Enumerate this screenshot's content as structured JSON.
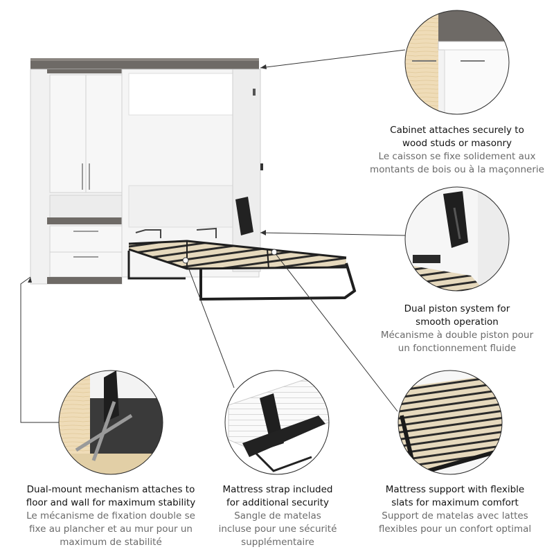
{
  "features": [
    {
      "id": "cabinet",
      "title": [
        "Cabinet attaches securely to",
        "wood studs or masonry"
      ],
      "subtitle": [
        "Le caisson se fixe solidement aux",
        "montants de bois ou à la maçonnerie"
      ]
    },
    {
      "id": "piston",
      "title": [
        "Dual piston system for",
        "smooth operation"
      ],
      "subtitle": [
        "Mécanisme à double piston pour",
        "un fonctionnement fluide"
      ]
    },
    {
      "id": "mount",
      "title": [
        "Dual-mount mechanism attaches to",
        "floor and wall for maximum stability"
      ],
      "subtitle": [
        "Le mécanisme de fixation double se",
        "fixe au plancher et au mur pour un",
        "maximum de stabilité"
      ]
    },
    {
      "id": "strap",
      "title": [
        "Mattress strap included",
        "for additional security"
      ],
      "subtitle": [
        "Sangle de matelas",
        "incluse pour une sécurité",
        "supplémentaire"
      ]
    },
    {
      "id": "slats",
      "title": [
        "Mattress support with flexible",
        "slats for maximum comfort"
      ],
      "subtitle": [
        "Support de matelas avec lattes",
        "flexibles pour un confort optimal"
      ]
    }
  ],
  "colors": {
    "cabinet_white": "#f4f4f4",
    "walnut_gray": "#6e6a66",
    "metal_black": "#222222",
    "slat_wood": "#e8dcc2",
    "callout_line": "#333333"
  }
}
